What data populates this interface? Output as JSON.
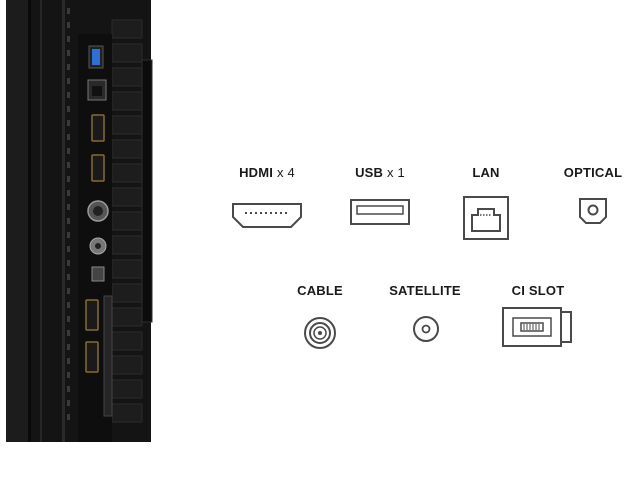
{
  "ports_row1": [
    {
      "id": "hdmi",
      "name": "HDMI",
      "suffix": "x 4",
      "icon": "hdmi-port-icon"
    },
    {
      "id": "usb",
      "name": "USB",
      "suffix": "x 1",
      "icon": "usb-port-icon"
    },
    {
      "id": "lan",
      "name": "LAN",
      "suffix": "",
      "icon": "lan-port-icon"
    },
    {
      "id": "optical",
      "name": "OPTICAL",
      "suffix": "",
      "icon": "optical-port-icon"
    }
  ],
  "ports_row2": [
    {
      "id": "cable",
      "name": "CABLE",
      "suffix": "",
      "icon": "cable-port-icon"
    },
    {
      "id": "satellite",
      "name": "SATELLITE",
      "suffix": "",
      "icon": "satellite-port-icon"
    },
    {
      "id": "ci",
      "name": "CI SLOT",
      "suffix": "",
      "icon": "ci-slot-icon"
    }
  ],
  "colors": {
    "text": "#1a1a1a",
    "icon_stroke": "#4a4a4a",
    "tv_body": "#121212",
    "usb_blue": "#2f6fd6"
  }
}
